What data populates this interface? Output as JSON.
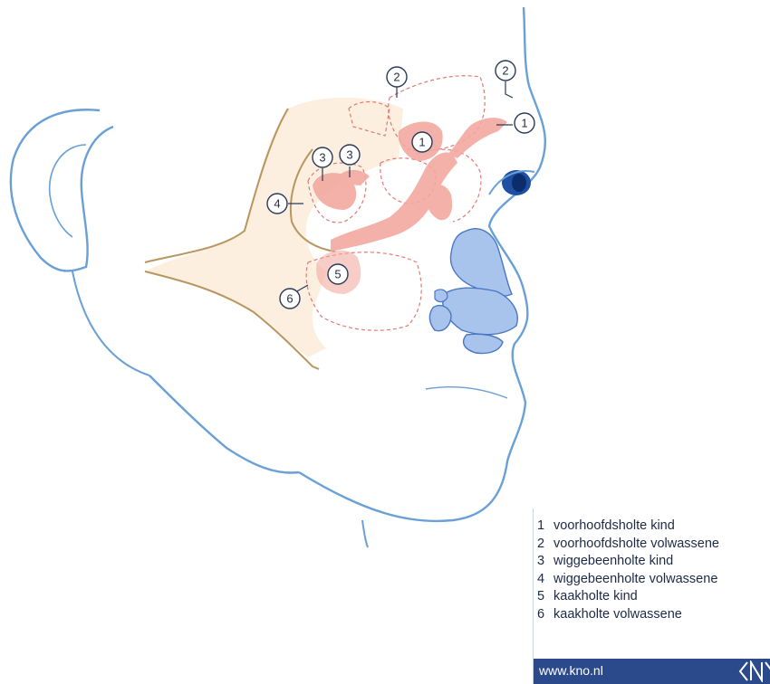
{
  "markers": [
    {
      "num": "1",
      "cls": "m-1a"
    },
    {
      "num": "1",
      "cls": "m-1b"
    },
    {
      "num": "2",
      "cls": "m-2a"
    },
    {
      "num": "2",
      "cls": "m-2b"
    },
    {
      "num": "3",
      "cls": "m-3a"
    },
    {
      "num": "3",
      "cls": "m-3b"
    },
    {
      "num": "4",
      "cls": "m-4"
    },
    {
      "num": "5",
      "cls": "m-5"
    },
    {
      "num": "6",
      "cls": "m-6"
    }
  ],
  "legend": {
    "items": [
      {
        "num": "1",
        "label": "voorhoofdsholte kind"
      },
      {
        "num": "2",
        "label": "voorhoofdsholte volwassene"
      },
      {
        "num": "3",
        "label": "wiggebeenholte kind"
      },
      {
        "num": "4",
        "label": "wiggebeenholte volwassene"
      },
      {
        "num": "5",
        "label": "kaakholte kind"
      },
      {
        "num": "6",
        "label": "kaakholte volwassene"
      }
    ]
  },
  "footer": {
    "website": "www.kno.nl"
  },
  "colors": {
    "outline": "#6aa0d6",
    "skull_fill": "#fcefdf",
    "skull_line": "#b89660",
    "sinus_child": "#f2a9a0",
    "nasal_fill": "#a8c4ec",
    "nasal_line": "#4a78c4",
    "eye": "#1d4fa3",
    "legend_bar": "#2b4a8c"
  },
  "icons": [
    "kno-logo-icon"
  ]
}
